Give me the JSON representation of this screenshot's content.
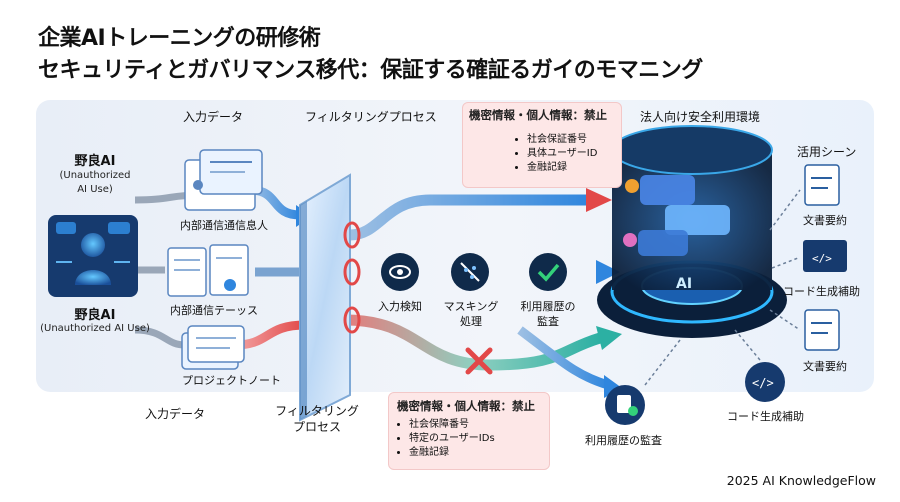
{
  "title": {
    "line1": "企業AIトレーニングの研修術",
    "line2": "セキュリティとガバリマンス移代：保証する確証るガイのモマニング"
  },
  "left": {
    "top_label": "野良AI",
    "top_sub1": "(Unauthorized",
    "top_sub2": "AI Use)",
    "bottom_label": "野良AI",
    "bottom_sub": "(Unauthorized AI Use)"
  },
  "inputs": {
    "header_top": "入力データ",
    "header_bottom": "入力データ",
    "doc1": "内部通信通信息人",
    "doc2": "内部通信テーッス",
    "doc3": "プロジェクトノート"
  },
  "filter": {
    "header_top": "フィルタリングプロセス",
    "bottom_line1": "フィルタリング",
    "bottom_line2": "プロセス"
  },
  "warning_top": {
    "title": "機密情報・個人情報：禁止",
    "items": [
      "社会保証番号",
      "具体ユーザーID",
      "金融記録"
    ]
  },
  "warning_bottom": {
    "title": "機密情報・個人情報：禁止",
    "items": [
      "社会保障番号",
      "特定のユーザーIDs",
      "金融記録"
    ]
  },
  "steps": {
    "detect": "入力検知",
    "mask_line1": "マスキング",
    "mask_line2": "処理",
    "history_line1": "利用履歴の",
    "history_line2": "監査",
    "audit": "利用履歴の監査"
  },
  "env": {
    "header": "法人向け安全利用環境",
    "ai": "AI"
  },
  "usage": {
    "header": "活用シーン",
    "item1": "文書要約",
    "item2": "コード生成補助",
    "item3": "文書要約",
    "item4": "コード生成補助"
  },
  "footer": "2025 AI KnowledgeFlow",
  "colors": {
    "blue_flow": "#3b8fe0",
    "red_flow": "#e55050",
    "teal_flow": "#2fb3a6",
    "warning_bg": "#fde7e7",
    "dark_navy": "#0f2a4a"
  }
}
